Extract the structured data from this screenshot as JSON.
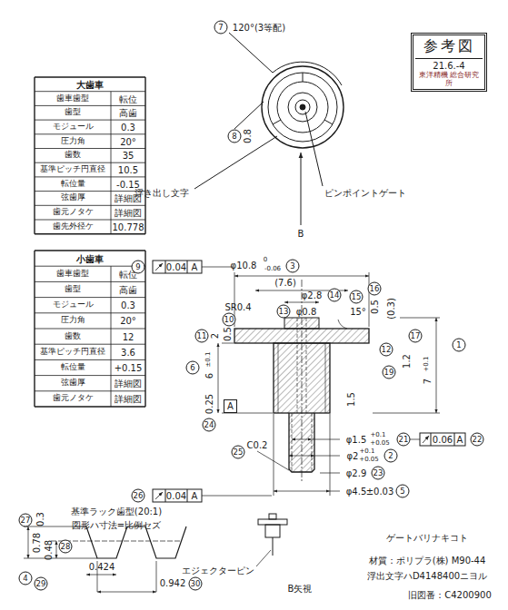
{
  "diagram": {
    "nodes": [
      {
        "text": [
          "参考図",
          "21.6.-4",
          "東洋精機 総合研究所"
        ]
      },
      {
        "text": [
          "A"
        ]
      }
    ],
    "labels": [
      "大歯車",
      "歯車歯型",
      "転位",
      "歯型",
      "高歯",
      "モジュール",
      "0.3",
      "圧力角",
      "20°",
      "歯数",
      "35",
      "基準ピッチ円直径",
      "10.5",
      "転位量",
      "-0.15",
      "弦歯厚",
      "詳細図",
      "歯元ノタケ",
      "詳細図",
      "歯先外径ケ",
      "10.778",
      "小歯車",
      "歯車歯型",
      "転位",
      "歯型",
      "高歯",
      "モジュール",
      "0.3",
      "圧力角",
      "20°",
      "歯数",
      "12",
      "基準ピッチ円直径",
      "3.6",
      "転位量",
      "+0.15",
      "弦歯厚",
      "詳細図",
      "歯元ノタケ",
      "詳細図",
      "7",
      "120°(3等配)",
      "8",
      "0.8",
      "浮き出し文字",
      "ピンポイントゲート",
      "B",
      "9",
      "0.04",
      "A",
      "φ10.8",
      "0",
      "-0.06",
      "3",
      "(7.6)",
      "φ2.8",
      "14",
      "SR0.4",
      "10",
      "13",
      "φ0.8",
      "15",
      "15°",
      "16",
      "0.5",
      "(0.3)",
      "17",
      "1.2",
      "12",
      "19",
      "7",
      "+0.1",
      "1",
      "11",
      "2",
      "0.5",
      "6",
      "6",
      "±0.1",
      "0.25",
      "24",
      "1.5",
      "φ1.5",
      "+0.1",
      "+0.05",
      "21",
      "0.06",
      "A",
      "22",
      "φ2",
      "+0.1",
      "+0.05",
      "2",
      "25",
      "C0.2",
      "φ2.9",
      "23",
      "φ4.5",
      "±0.03",
      "5",
      "26",
      "0.04",
      "A",
      "基準ラック歯型(20:1)",
      "図形ハ寸法=比例セズ",
      "27",
      "0.3",
      "0.78",
      "0.48",
      "28",
      "4",
      "0.424",
      "29",
      "0.942",
      "30",
      "エジェクターピン",
      "B矢視",
      "ゲートバリナキコト",
      "材質：ポリプラ(株) M90-44",
      "浮出文字ハD4148400ニヨル",
      "旧図番：C4200900"
    ]
  }
}
